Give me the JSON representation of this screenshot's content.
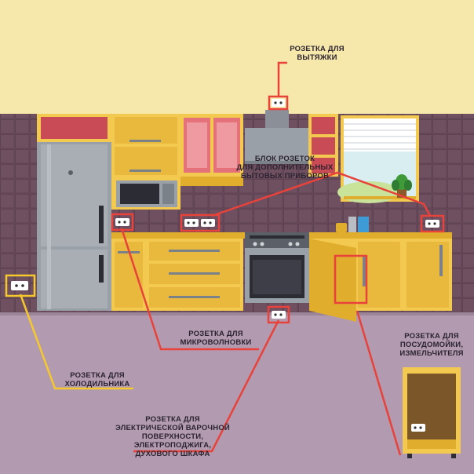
{
  "colors": {
    "wall": "#f6e7aa",
    "tile": "#6a4c5c",
    "tile_grout": "#7d5e6e",
    "floor": "#b29bb0",
    "cabinet": "#f3c94f",
    "cabinet_dark": "#e0ad2c",
    "accent_red": "#c94b55",
    "leader_red": "#e8423a",
    "leader_yellow": "#f6c82b",
    "fridge": "#9aa0a8",
    "fridge_dark": "#7b8189"
  },
  "labels": {
    "hood": [
      "РОЗЕТКА ДЛЯ",
      "ВЫТЯЖКИ"
    ],
    "block": [
      "БЛОК РОЗЕТОК",
      "ДЛЯ ДОПОЛНИТЕЛЬНЫХ",
      "БЫТОВЫХ ПРИБОРОВ"
    ],
    "microwave": [
      "РОЗЕТКА ДЛЯ",
      "МИКРОВОЛНОВКИ"
    ],
    "fridge": [
      "РОЗЕТКА ДЛЯ",
      "ХОЛОДИЛЬНИКА"
    ],
    "dishwasher": [
      "Розетка для",
      "посудомойки,",
      "измельчителя"
    ],
    "hob": [
      "РОЗЕТКА ДЛЯ",
      "ЭЛЕКТРИЧЕСКОЙ ВАРОЧНОЙ",
      "ПОВЕРХНОСТИ,",
      "ЭЛЕКТРОПОДЖИГА,",
      "ДУХОВОГО ШКАФА"
    ]
  },
  "icons": [
    "socket-icon",
    "plant-icon",
    "kettle-icon",
    "window-blind-icon"
  ]
}
